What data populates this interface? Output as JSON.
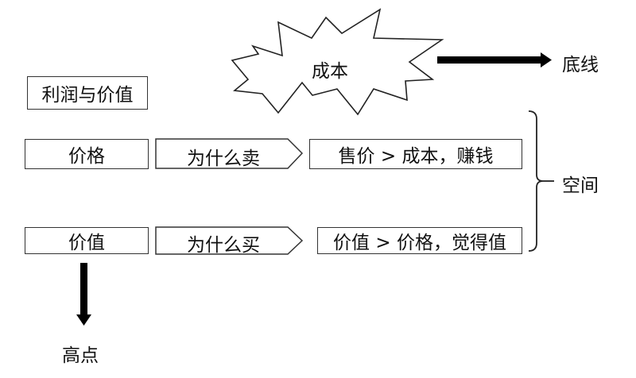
{
  "cost_burst": {
    "label": "成本"
  },
  "bottom_line_label": "底线",
  "profit_value_label": "利润与价值",
  "rows": [
    {
      "left": "价格",
      "middle": "为什么卖",
      "right": "售价 > 成本，赚钱"
    },
    {
      "left": "价值",
      "middle": "为什么买",
      "right": "价值 > 价格，觉得值"
    }
  ],
  "space_label": "空间",
  "high_point_label": "高点"
}
